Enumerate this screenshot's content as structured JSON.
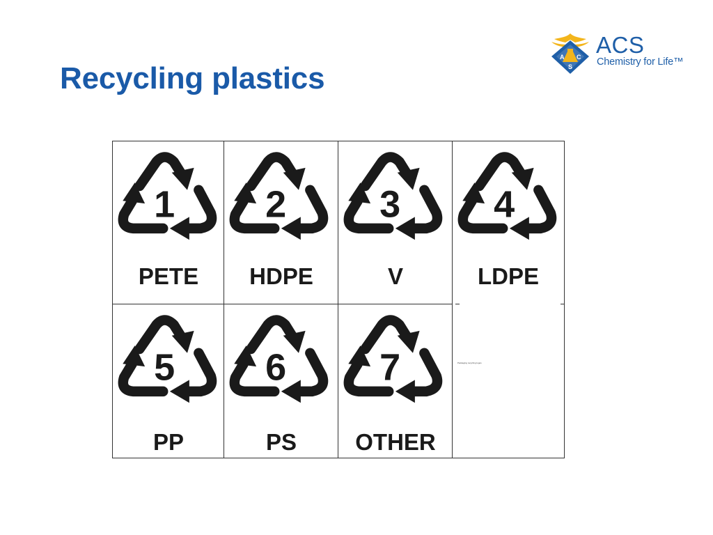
{
  "slide": {
    "title": "Recycling plastics"
  },
  "logo": {
    "name": "ACS",
    "tagline": "Chemistry for Life™"
  },
  "codes": [
    {
      "number": "1",
      "label": "PETE"
    },
    {
      "number": "2",
      "label": "HDPE"
    },
    {
      "number": "3",
      "label": "V"
    },
    {
      "number": "4",
      "label": "LDPE"
    },
    {
      "number": "5",
      "label": "PP"
    },
    {
      "number": "6",
      "label": "PS"
    },
    {
      "number": "7",
      "label": "OTHER"
    }
  ],
  "empty_cell_caption": "Packaging recycling logos"
}
